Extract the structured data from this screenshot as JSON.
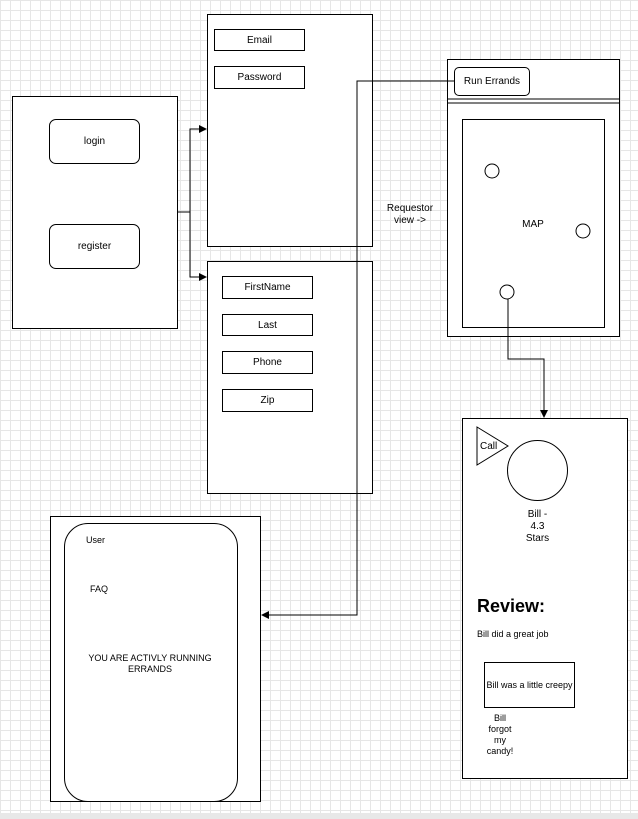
{
  "login_screen": {
    "login_button": "login",
    "register_button": "register"
  },
  "login_form": {
    "email_field": "Email",
    "password_field": "Password"
  },
  "register_form": {
    "firstname_field": "FirstName",
    "last_field": "Last",
    "phone_field": "Phone",
    "zip_field": "Zip"
  },
  "requestor_view": {
    "arrow_label": "Requestor\nview ->",
    "run_errands_button": "Run Errands",
    "map_label": "MAP"
  },
  "runner_profile": {
    "call_button": "Call",
    "rating_text": "Bill -\n4.3\nStars",
    "review_heading": "Review:",
    "review_1": "Bill did a great job",
    "review_2": "Bill was a little creepy",
    "review_3": "Bill\nforgot\nmy\ncandy!"
  },
  "runner_view": {
    "user_label": "User",
    "faq_label": "FAQ",
    "status_message": "YOU ARE ACTIVLY RUNNING\nERRANDS"
  }
}
